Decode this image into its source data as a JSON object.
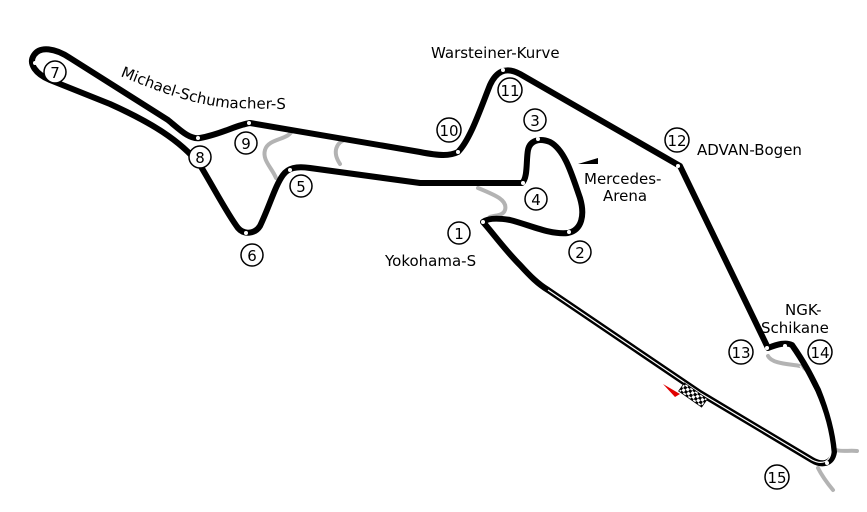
{
  "track": {
    "track_color": "#000000",
    "runoff_color": "#b3b3b3",
    "start_marker_color": "#e00000",
    "corners": [
      "1",
      "2",
      "3",
      "4",
      "5",
      "6",
      "7",
      "8",
      "9",
      "10",
      "11",
      "12",
      "13",
      "14",
      "15"
    ],
    "names": {
      "warsteiner": "Warsteiner-Kurve",
      "advan": "ADVAN-Bogen",
      "mercedes_1": "Mercedes-",
      "mercedes_2": "Arena",
      "yokohama": "Yokohama-S",
      "ngk_1": "NGK-",
      "ngk_2": "Schikane",
      "schumacher": "Michael-Schumacher-S"
    },
    "icons": [
      "checkered-flag-icon",
      "start-direction-arrow-icon",
      "sector-flag-icon"
    ]
  }
}
